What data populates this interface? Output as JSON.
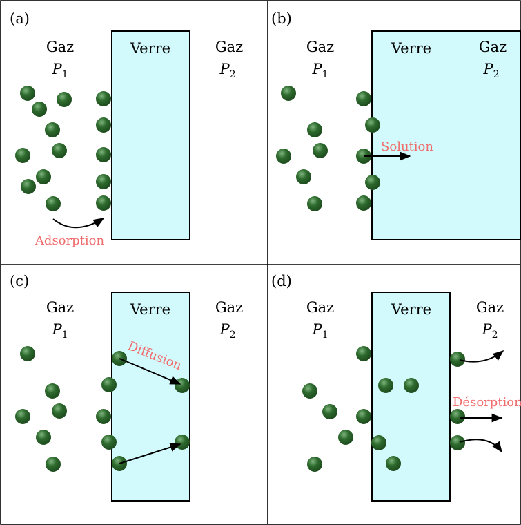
{
  "colors": {
    "glass_fill": "#d2fafc",
    "process_label": "#f06c6c",
    "molecule_dark": "#1d4a1d",
    "molecule_mid": "#2e6b2e",
    "molecule_light": "#7fb57f"
  },
  "panels": [
    {
      "id": "a",
      "label": "(a)",
      "gas_left": "Gaz",
      "pressure_left": "P",
      "pressure_left_sub": "1",
      "glass_label": "Verre",
      "gas_right": "Gaz",
      "pressure_right": "P",
      "pressure_right_sub": "2",
      "process_label": "Adsorption"
    },
    {
      "id": "b",
      "label": "(b)",
      "gas_left": "Gaz",
      "pressure_left": "P",
      "pressure_left_sub": "1",
      "glass_label": "Verre",
      "gas_right": "Gaz",
      "pressure_right": "P",
      "pressure_right_sub": "2",
      "process_label": "Solution"
    },
    {
      "id": "c",
      "label": "(c)",
      "gas_left": "Gaz",
      "pressure_left": "P",
      "pressure_left_sub": "1",
      "glass_label": "Verre",
      "gas_right": "Gaz",
      "pressure_right": "P",
      "pressure_right_sub": "2",
      "process_label": "Diffusion"
    },
    {
      "id": "d",
      "label": "(d)",
      "gas_left": "Gaz",
      "pressure_left": "P",
      "pressure_left_sub": "1",
      "glass_label": "Verre",
      "gas_right": "Gaz",
      "pressure_right": "P",
      "pressure_right_sub": "2",
      "process_label": "Désorption"
    }
  ]
}
